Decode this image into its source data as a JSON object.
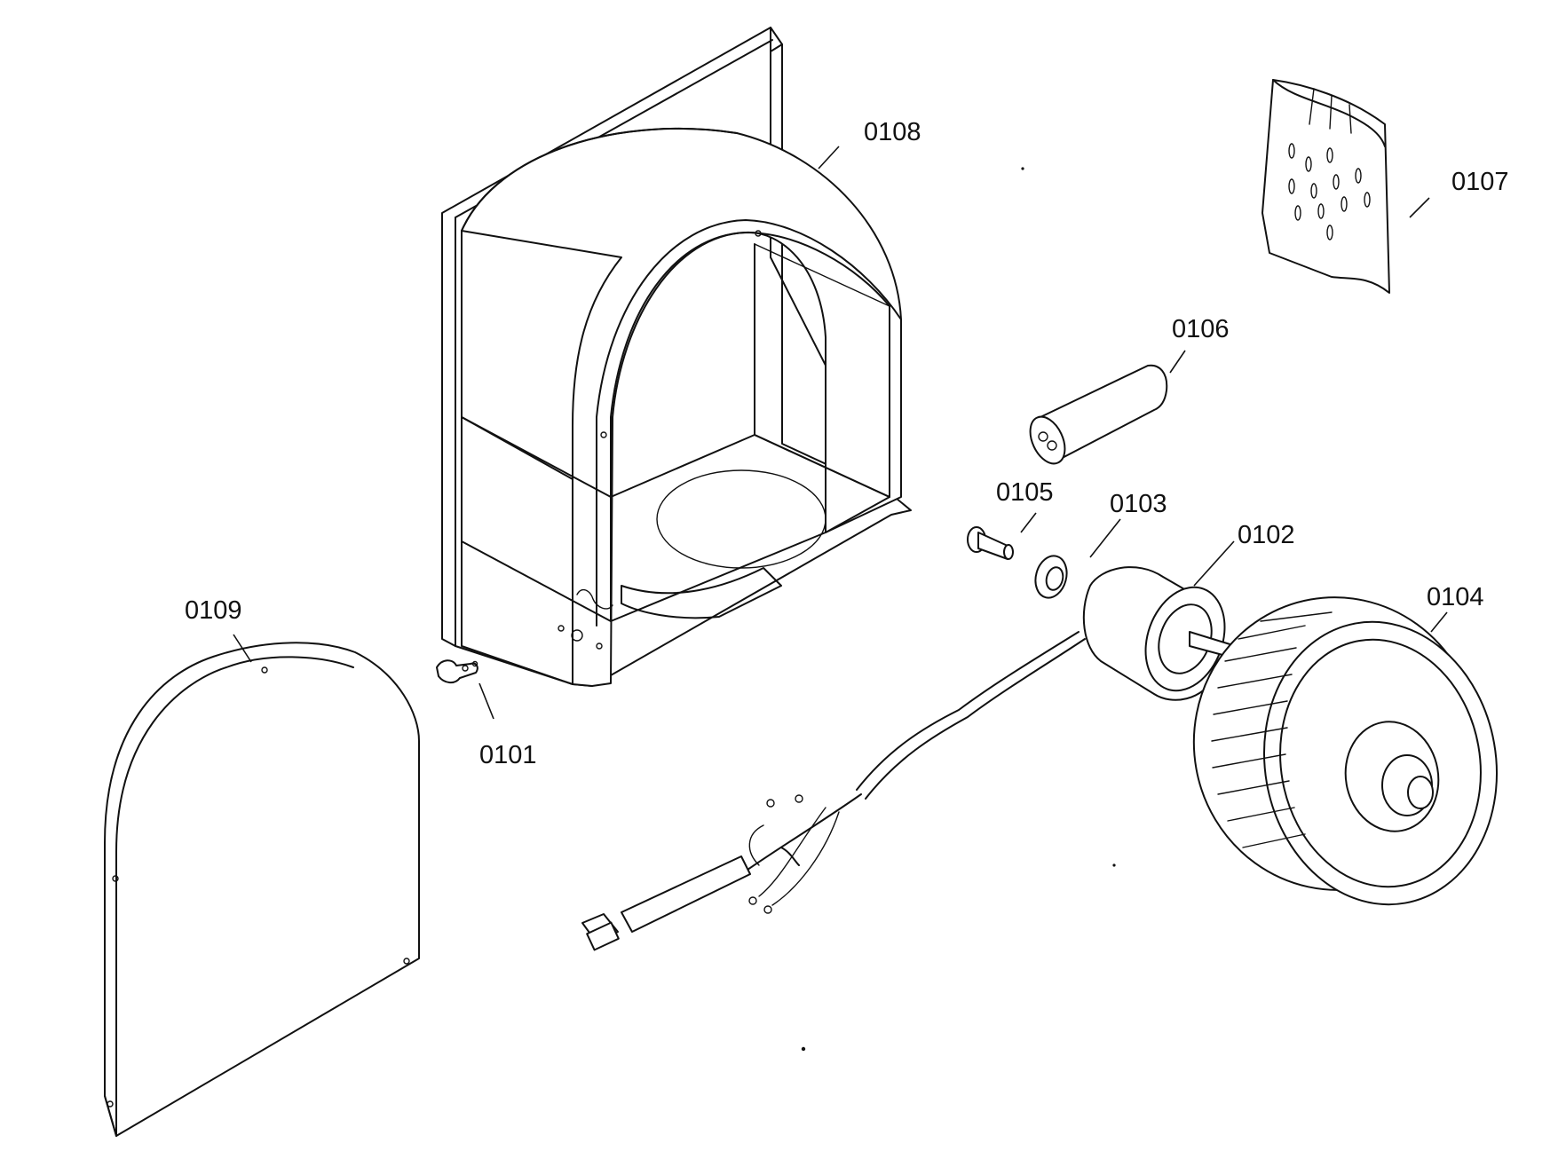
{
  "callouts": {
    "p0101": "0101",
    "p0102": "0102",
    "p0103": "0103",
    "p0104": "0104",
    "p0105": "0105",
    "p0106": "0106",
    "p0107": "0107",
    "p0108": "0108",
    "p0109": "0109"
  },
  "colors": {
    "line": "#111111",
    "background": "#ffffff"
  }
}
